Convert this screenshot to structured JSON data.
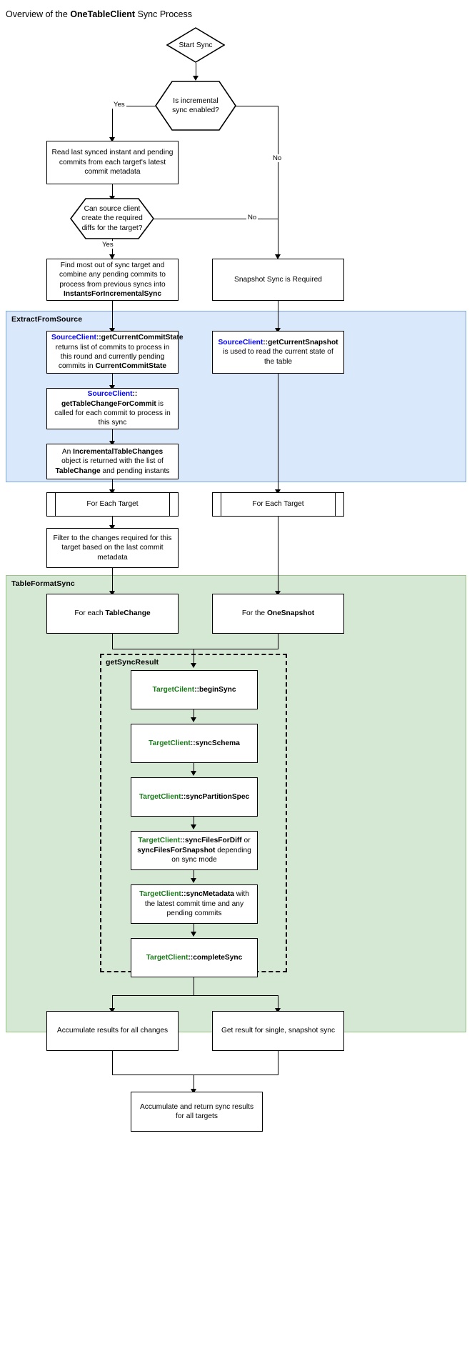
{
  "title": {
    "prefix": "Overview of the ",
    "emphasis": "OneTableClient",
    "suffix": " Sync Process"
  },
  "groups": [
    {
      "name": "ExtractFromSource",
      "label": "ExtractFromSource",
      "color": "#dae8fc"
    },
    {
      "name": "TableFormatSync",
      "label": "TableFormatSync",
      "color": "#d5e8d4"
    },
    {
      "name": "getSyncResult",
      "label": "getSyncResult",
      "color": "transparent"
    }
  ],
  "edge_labels": {
    "incremental_yes": "Yes",
    "incremental_no": "No",
    "diffs_no": "No",
    "diffs_yes": "Yes"
  },
  "nodes": {
    "start": {
      "label": "Start Sync"
    },
    "is_incremental": {
      "label": "Is incremental sync enabled?"
    },
    "read_last_synced": {
      "label": "Read last synced instant and pending commits from each target's latest commit metadata"
    },
    "can_create_diffs": {
      "label": "Can source client create the required diffs for the target?"
    },
    "find_out_of_sync": {
      "line1": "Find most out of sync target and",
      "line2": "combine any pending commits to",
      "line3": "process from previous syncs into",
      "bold": "InstantsForIncrementalSync"
    },
    "snapshot_required": {
      "label": "Snapshot Sync is Required"
    },
    "get_current_commit_state": {
      "ident": "SourceClient",
      "sep": "::",
      "method": "getCurrentCommitState",
      "body": " returns list of commits to process in this round and currently pending commits in ",
      "trailing_bold": "CurrentCommitState"
    },
    "get_current_snapshot": {
      "ident": "SourceClient",
      "sep": "::",
      "method": "getCurrentSnapshot",
      "body": " is used to read the current state of the table"
    },
    "get_table_change_for_commit": {
      "ident": "SourceClient",
      "sep": "::",
      "method": "getTableChangeForCommit",
      "body": " is called for each commit to process in this sync"
    },
    "incremental_table_changes": {
      "prefix": "An ",
      "bold1": "IncrementalTableChanges",
      "mid": " object is returned with the list of ",
      "bold2": "TableChange",
      "suffix": " and pending instants"
    },
    "for_each_target_left": {
      "label": "For Each Target"
    },
    "for_each_target_right": {
      "label": "For Each Target"
    },
    "filter_changes": {
      "label": "Filter to the changes required for this target based on the last commit metadata"
    },
    "for_each_table_change": {
      "prefix": "For each ",
      "bold": "TableChange"
    },
    "for_the_one_snapshot": {
      "prefix": "For the ",
      "bold": "OneSnapshot"
    },
    "begin_sync": {
      "ident": "TargetCilent",
      "sep": "::",
      "method": "beginSync"
    },
    "sync_schema": {
      "ident": "TargetClient",
      "sep": "::",
      "method": "syncSchema"
    },
    "sync_partition_spec": {
      "ident": "TargetClient",
      "sep": "::",
      "method": "syncPartitionSpec"
    },
    "sync_files": {
      "ident": "TargetClient",
      "sep": "::",
      "method": "syncFilesForDiff",
      "mid": " or ",
      "bold2": "syncFilesForSnapshot",
      "suffix": " depending on sync mode"
    },
    "sync_metadata": {
      "ident": "TargetClient",
      "sep": "::",
      "method": "syncMetadata",
      "suffix": " with the latest commit time and any pending commits"
    },
    "complete_sync": {
      "ident": "TargetClient",
      "sep": "::",
      "method": "completeSync"
    },
    "accumulate_all_changes": {
      "label": "Accumulate results for all changes"
    },
    "get_result_snapshot": {
      "label": "Get result for single, snapshot sync"
    },
    "accumulate_return": {
      "label": "Accumulate and return sync results for all targets"
    }
  },
  "colors": {
    "source_client_ident": "#0000ff",
    "target_client_ident": "#1a7a1a",
    "extract_group_bg": "#dae8fc",
    "table_format_group_bg": "#d5e8d4",
    "node_border": "#000000",
    "node_bg": "#ffffff"
  }
}
